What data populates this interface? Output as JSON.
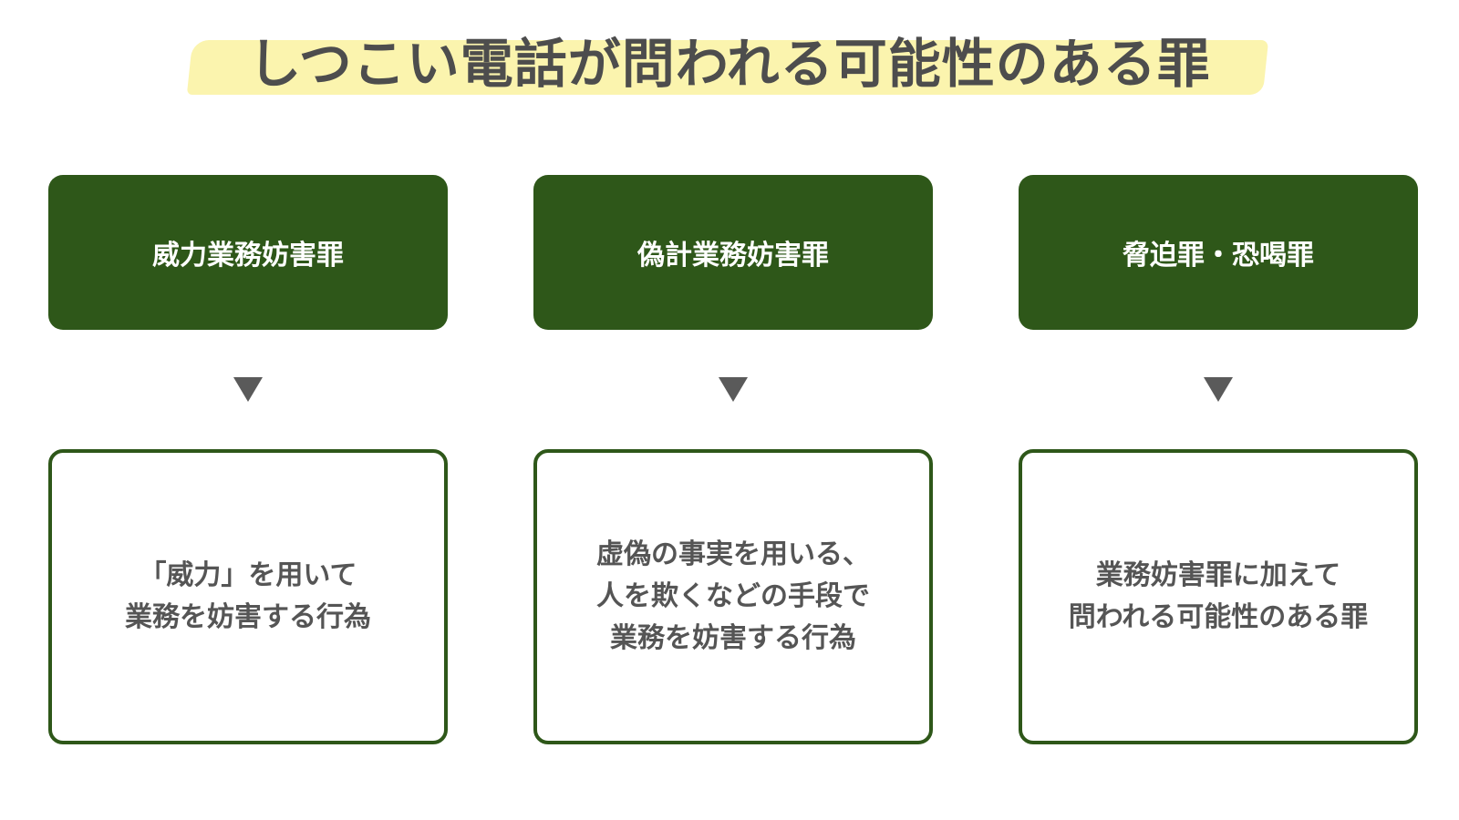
{
  "title": "しつこい電話が問われる可能性のある罪",
  "colors": {
    "highlight": "#fbf4ae",
    "title_text": "#4d4d4d",
    "header_bg": "#2e5719",
    "header_text": "#ffffff",
    "border": "#2e5719",
    "body_text": "#555555",
    "arrow": "#5a5a5a"
  },
  "columns": [
    {
      "header": "威力業務妨害罪",
      "arrow_icon": "down-triangle",
      "description_lines": [
        "「威力」を用いて",
        "業務を妨害する行為"
      ]
    },
    {
      "header": "偽計業務妨害罪",
      "arrow_icon": "down-triangle",
      "description_lines": [
        "虚偽の事実を用いる、",
        "人を欺くなどの手段で",
        "業務を妨害する行為"
      ]
    },
    {
      "header": "脅迫罪・恐喝罪",
      "arrow_icon": "down-triangle",
      "description_lines": [
        "業務妨害罪に加えて",
        "問われる可能性のある罪"
      ]
    }
  ]
}
